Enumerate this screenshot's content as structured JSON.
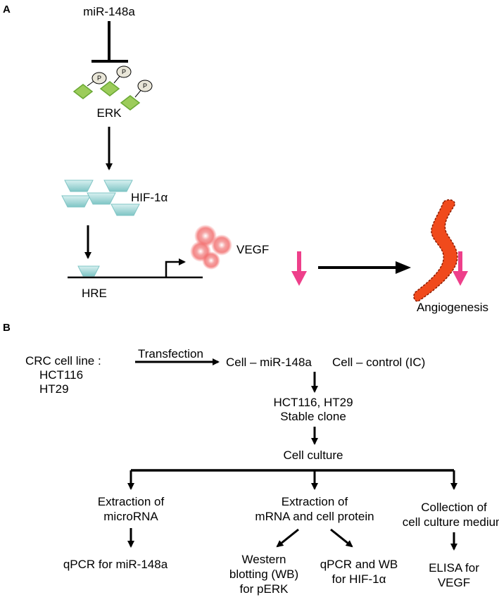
{
  "panel_a": {
    "label": "A",
    "mirna": "miR-148a",
    "erk": "ERK",
    "phospho": "P",
    "hif": "HIF-1α",
    "hre": "HRE",
    "vegf": "VEGF",
    "angiogenesis": "Angiogenesis",
    "colors": {
      "erk_diamond": "#8cc63f",
      "hif_trapezoid": "#8fd0d0",
      "vegf_glow": "#f26b6b",
      "down_arrow": "#ee3f8a",
      "vessel": "#f04a1c"
    }
  },
  "panel_b": {
    "label": "B",
    "cell_line_title": "CRC cell line :",
    "cell_line_1": "HCT116",
    "cell_line_2": "HT29",
    "transfection": "Transfection",
    "cell_mir": "Cell – miR-148a",
    "cell_control": "Cell – control (IC)",
    "stable_1": "HCT116, HT29",
    "stable_2": "Stable clone",
    "culture": "Cell culture",
    "extract_mirna_1": "Extraction of",
    "extract_mirna_2": "microRNA",
    "extract_mrna_1": "Extraction of",
    "extract_mrna_2": "mRNA and cell protein",
    "collect_1": "Collection of",
    "collect_2": "cell culture medium",
    "qpcr_mir": "qPCR for miR-148a",
    "wb_1": "Western",
    "wb_2": "blotting (WB)",
    "wb_3": "for pERK",
    "qpcr_wb_1": "qPCR and WB",
    "qpcr_wb_2": "for HIF-1α",
    "elisa_1": "ELISA for",
    "elisa_2": "VEGF"
  }
}
